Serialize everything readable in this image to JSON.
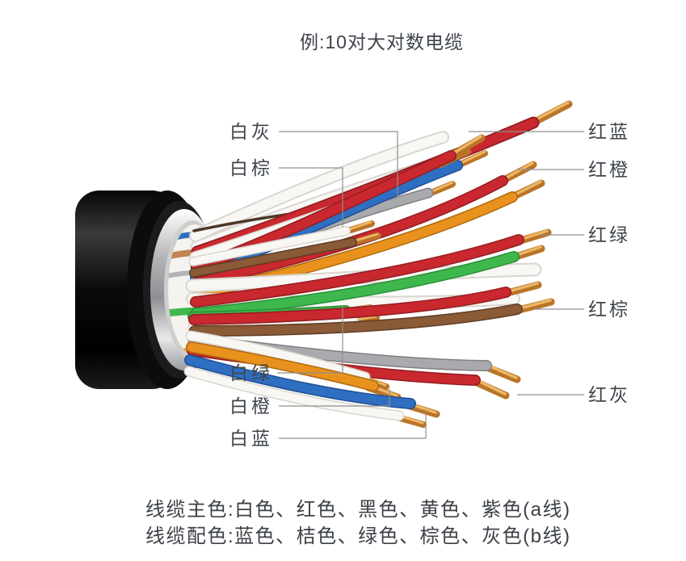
{
  "title": "例:10对大对数电缆",
  "labels": {
    "left": [
      "白灰",
      "白棕",
      "白绿",
      "白橙",
      "白蓝"
    ],
    "right": [
      "红蓝",
      "红橙",
      "红绿",
      "红棕",
      "红灰"
    ]
  },
  "legend": {
    "line1": "线缆主色:白色、红色、黑色、黄色、紫色(a线)",
    "line2": "线缆配色:蓝色、桔色、绿色、棕色、灰色(b线)"
  },
  "colors": {
    "wire_white": "#f8f7f4",
    "wire_red": "#c8282e",
    "wire_blue": "#2f6fc2",
    "wire_orange": "#e8921d",
    "wire_green": "#3eb84c",
    "wire_brown": "#8b5a36",
    "wire_gray": "#a9aaae",
    "copper": "#b97428",
    "jacket_black": "#101010",
    "foil_silver": "#b9babd",
    "text": "#3f454d",
    "leader_line": "#8f8f8f"
  }
}
